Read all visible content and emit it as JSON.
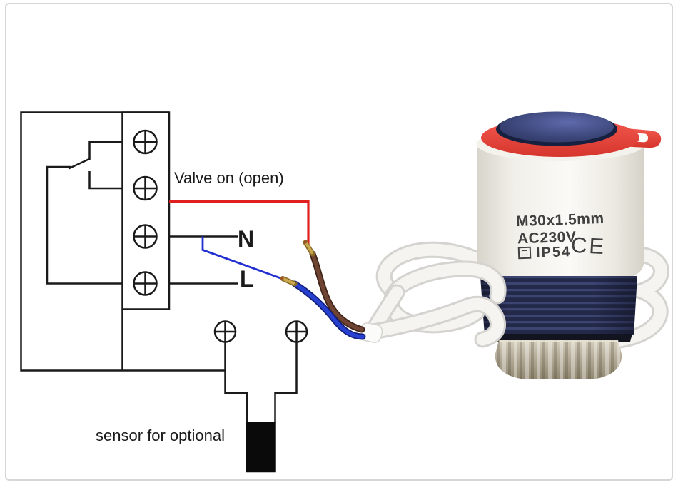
{
  "card": {
    "border_color": "#d6d6d6",
    "background": "#ffffff"
  },
  "diagram": {
    "labels": {
      "valve_on": "Valve on (open)",
      "neutral": "N",
      "line": "L",
      "sensor": "sensor for optional"
    },
    "line_color": "#1a1a1a",
    "wire_colors": {
      "valve_on_wire_red": "#e01f1f",
      "neutral_wire_blue": "#2230d0"
    },
    "icons": [
      "terminal-screw-icon",
      "switch-symbol",
      "sensor-probe"
    ]
  },
  "actuator": {
    "markings": {
      "thread": "M30x1.5mm",
      "voltage": "AC230V",
      "ip_rating": "IP54",
      "ce_mark": "CE",
      "class2_symbol": "square-in-square"
    },
    "colors": {
      "body_white": "#f2f0ea",
      "cap_blue": "#3c4679",
      "collar_red": "#e8453c",
      "rib_navy": "#2a3052",
      "nut_metal": "#b7af9b",
      "cable_white": "#f5f4f1",
      "wire_brown": "#6f4433",
      "wire_blue": "#2740cf",
      "wire_tip_brass": "#c8a94f"
    }
  }
}
